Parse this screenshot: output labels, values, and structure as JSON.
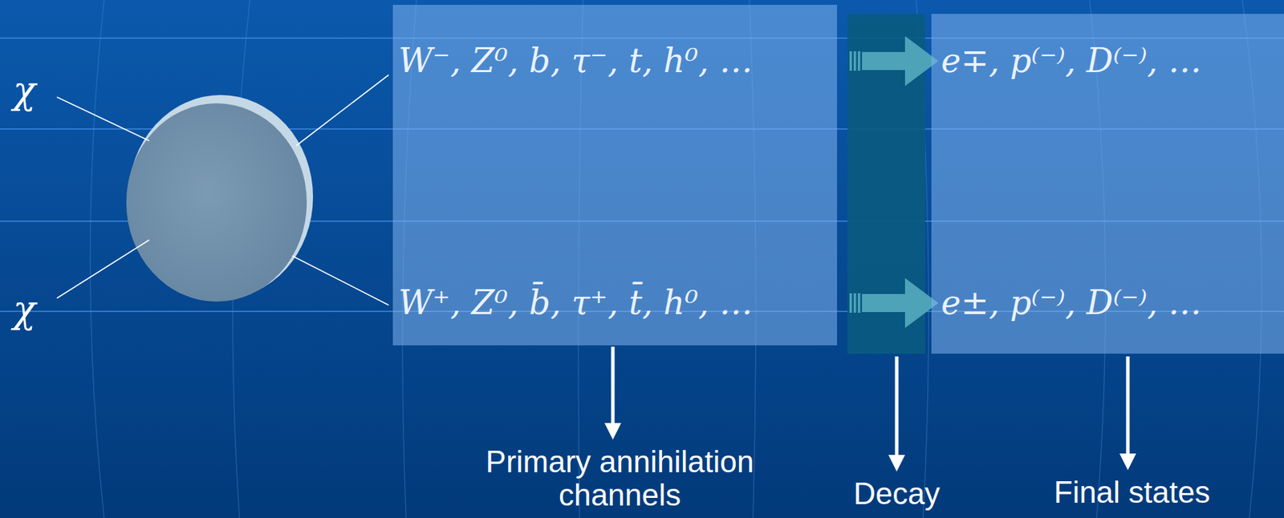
{
  "diagram": {
    "nodes": [
      {
        "text": [
          "Primary annihilation channels"
        ]
      },
      {
        "text": [
          "W⁻, Z⁰, b, τ⁻, t, h⁰, …"
        ],
        "in": 0
      },
      {
        "text": [
          "W⁺, Z⁰, b̄, τ⁺, t̄, h⁰, …"
        ],
        "in": 0
      },
      {
        "text": [
          "Final states"
        ]
      },
      {
        "text": [
          "e∓, p⁽⁻⁾, D⁽⁻⁾, …"
        ],
        "in": 3
      },
      {
        "text": [
          "e±, p⁽⁻⁾, D⁽⁻⁾, …"
        ],
        "in": 3
      }
    ],
    "edges": [
      {
        "from": 1,
        "to": 4,
        "arrow": "to"
      },
      {
        "from": 2,
        "to": 5,
        "arrow": "to"
      }
    ],
    "labels": [
      "χ",
      "χ",
      "Decay"
    ]
  }
}
